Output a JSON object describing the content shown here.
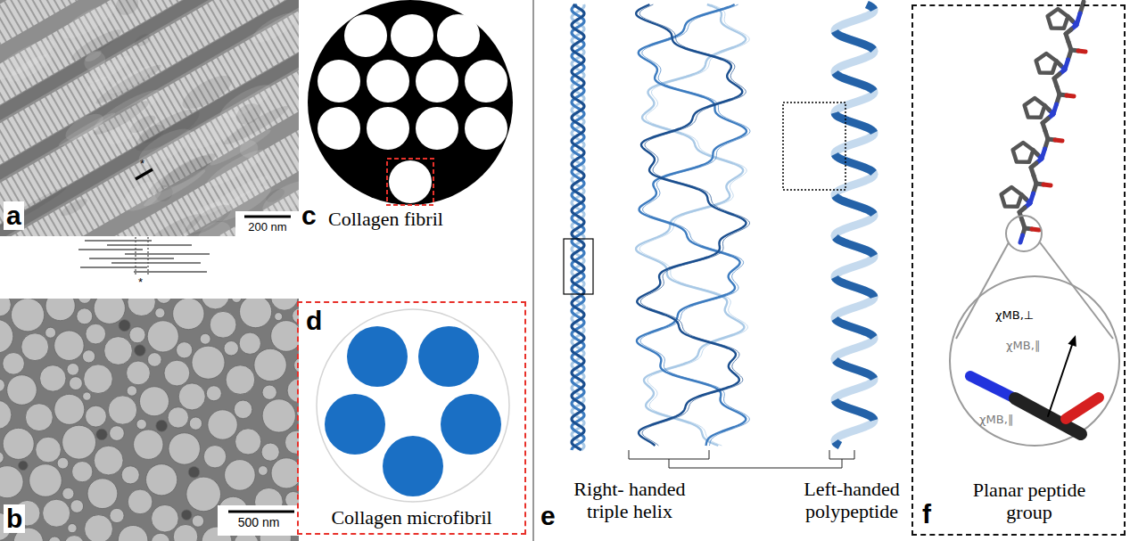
{
  "diagram": {
    "nodes": [
      {
        "text": [
          "d",
          "Collagen microfibril"
        ]
      },
      {
        "text": [
          "f",
          "Planar peptide group"
        ]
      }
    ],
    "labels": [
      "a",
      "*",
      "200 nm",
      "*",
      "b",
      "500 nm",
      "c",
      "Collagen fibril",
      "e",
      "Right- handed triple helix",
      "Left-handed polypeptide",
      "χMB,⊥",
      "χMB,∥",
      "χMB,∥"
    ]
  }
}
